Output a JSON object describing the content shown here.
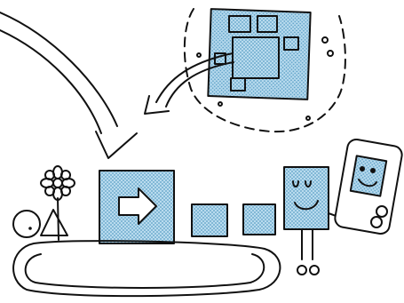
{
  "illustration": {
    "colors": {
      "ink": "#111111",
      "fill": "#b9dbee",
      "dots": "#5a9fc6",
      "background": "#ffffff"
    },
    "elements": [
      "curved-arrow-from-left-icon",
      "dashed-cloud-boundary",
      "large-dotted-square-with-boxes",
      "curved-arrow-from-cloud-icon",
      "flower-icon",
      "circle-icon",
      "triangle-icon",
      "blue-box-with-arrow-icon",
      "small-blue-box",
      "smiling-robot-character",
      "phone-with-face-icon",
      "conveyor-belt"
    ]
  }
}
